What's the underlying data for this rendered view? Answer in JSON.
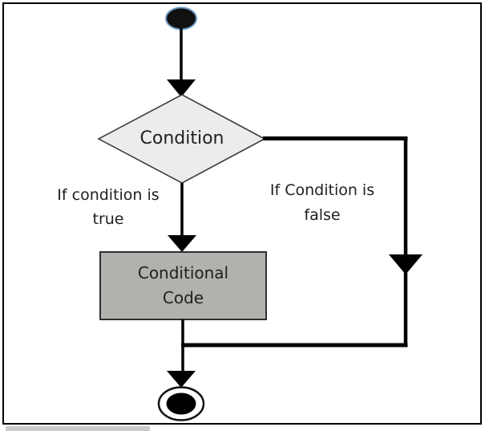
{
  "diagram": {
    "type": "flowchart",
    "nodes": {
      "start": {
        "shape": "filled-ellipse"
      },
      "decision": {
        "label": "Condition",
        "shape": "diamond"
      },
      "process": {
        "label_line1": "Conditional",
        "label_line2": "Code",
        "shape": "rectangle"
      },
      "end": {
        "shape": "ringed-ellipse"
      }
    },
    "branches": {
      "true": {
        "label_line1": "If condition is",
        "label_line2": "true"
      },
      "false": {
        "label_line1": "If Condition is",
        "label_line2": "false"
      }
    },
    "colors": {
      "frame_border": "#000000",
      "connector_line": "#000000",
      "diamond_fill": "#ececec",
      "diamond_stroke": "#3c3c3c",
      "process_fill": "#b3b1ae",
      "process_stroke": "#2f2f2f",
      "start_fill": "#111111",
      "start_rim": "#6f9cc9",
      "text": "#1f1f1f",
      "scrollbar_thumb": "#cbcbcb"
    }
  }
}
